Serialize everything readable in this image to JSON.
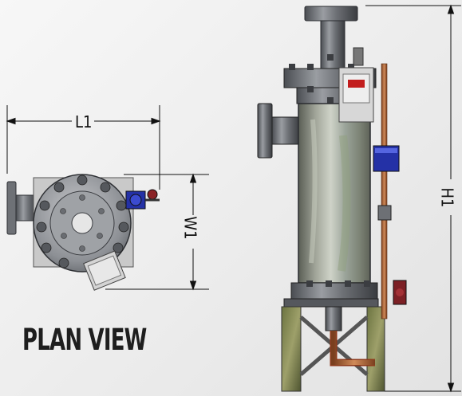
{
  "labels": {
    "l1": "L1",
    "w1": "W1",
    "h1": "H1",
    "plan_view": "PLAN VIEW"
  },
  "colors": {
    "steel": "#8a8d92",
    "steel_dark": "#3d4045",
    "plate": "#c4c4c4",
    "valve_blue": "#2431a6",
    "copper": "#b06a3c",
    "leg_green": "#6f7a42"
  }
}
